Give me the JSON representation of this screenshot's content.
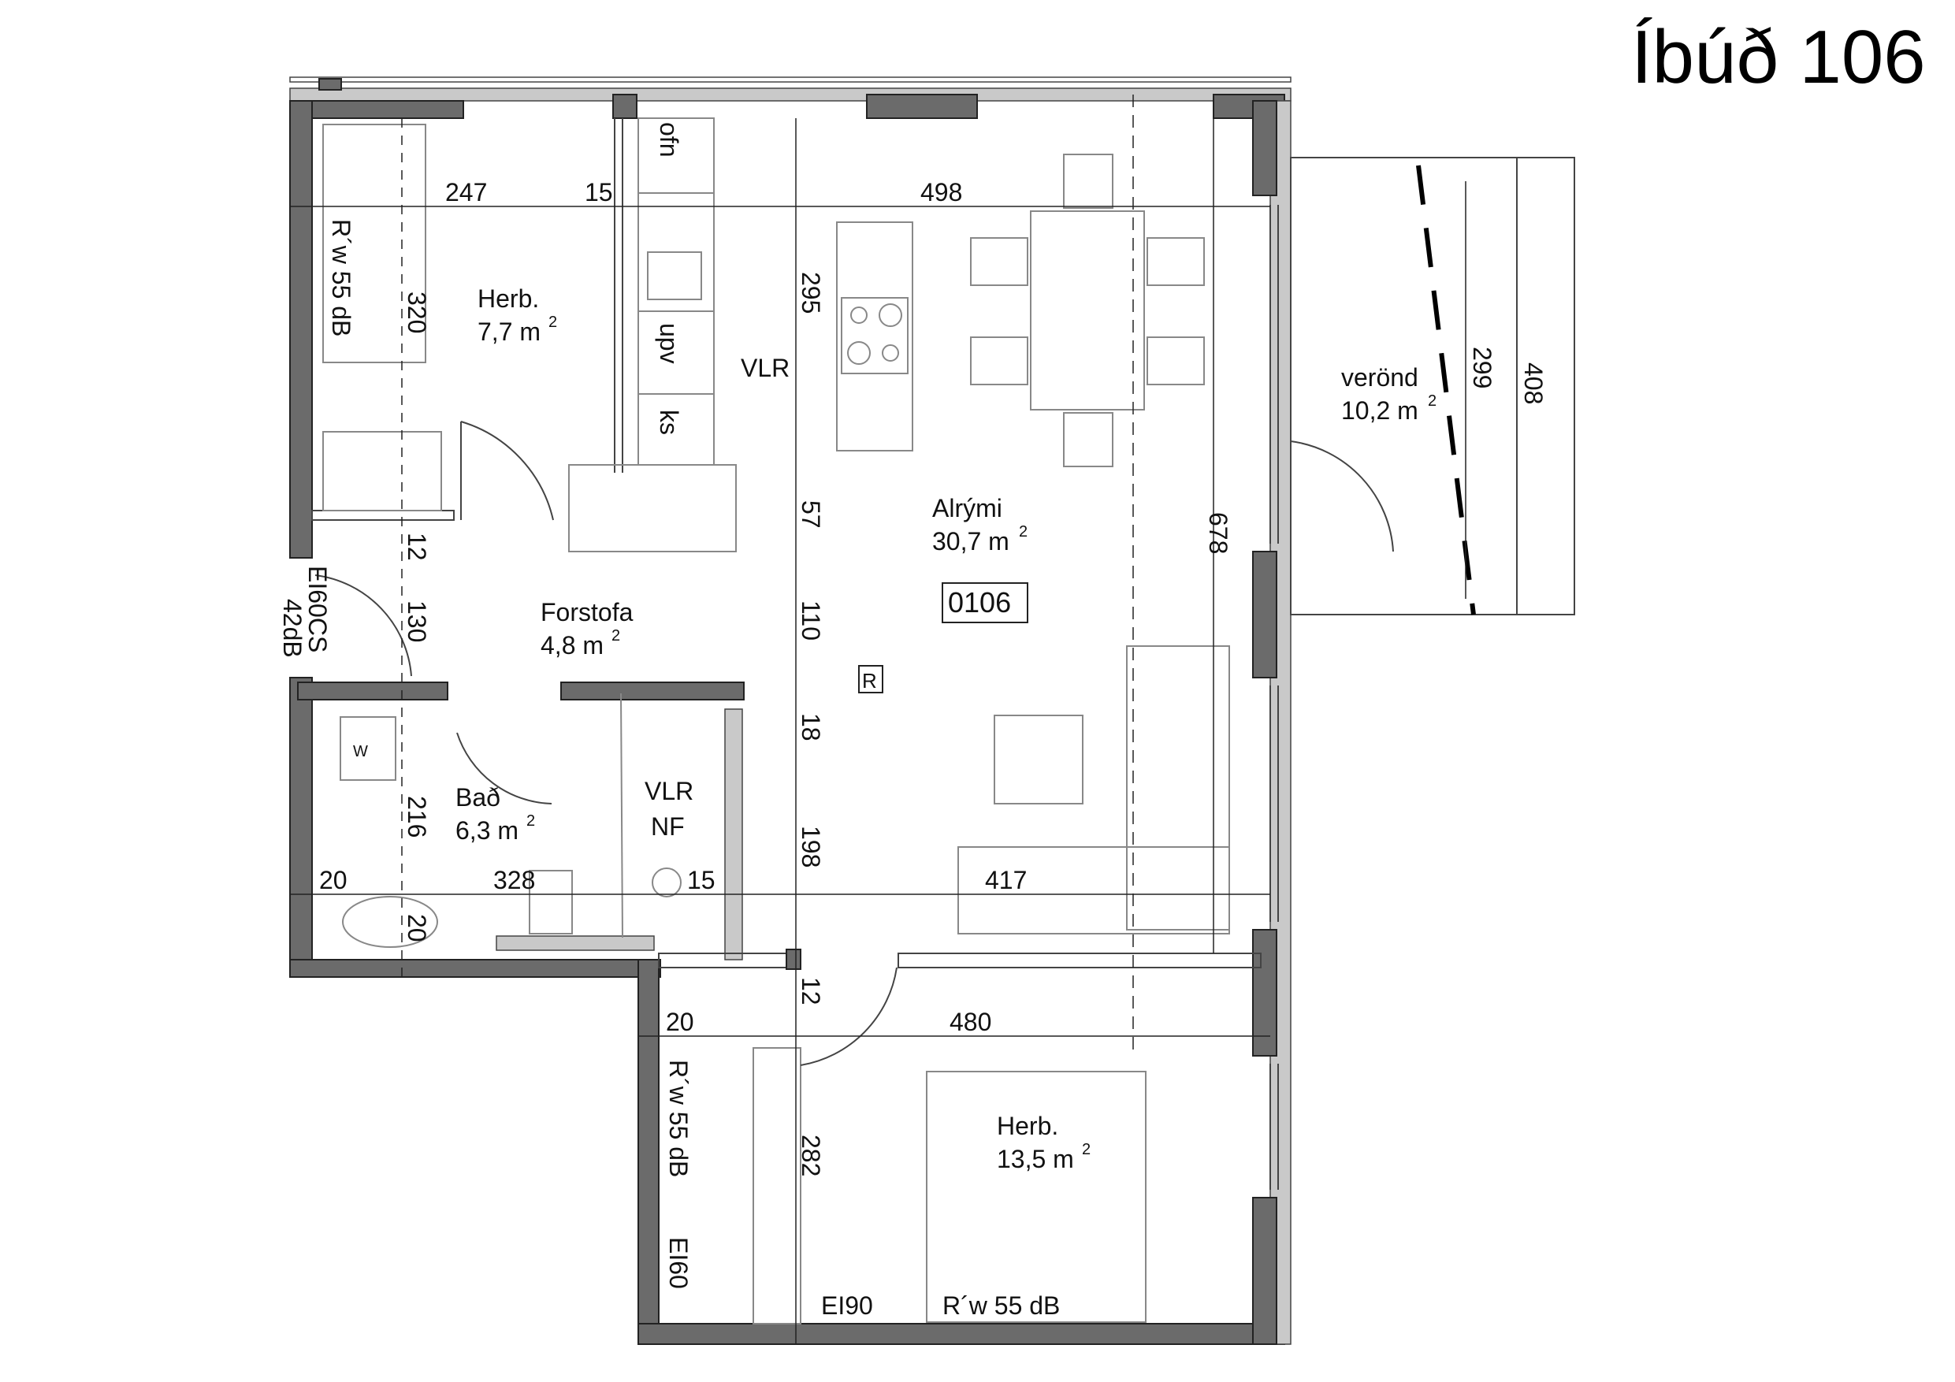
{
  "title": "Íbúð 106",
  "apartment_code": "0106",
  "rooms": {
    "bedroom_small": {
      "name": "Herb.",
      "area": "7,7 m",
      "sup": "2"
    },
    "living": {
      "name": "Alrými",
      "area": "30,7 m",
      "sup": "2"
    },
    "hallway": {
      "name": "Forstofa",
      "area": "4,8 m",
      "sup": "2"
    },
    "bath": {
      "name": "Bað",
      "area": "6,3 m",
      "sup": "2"
    },
    "bedroom_large": {
      "name": "Herb.",
      "area": "13,5 m",
      "sup": "2"
    },
    "veranda": {
      "name": "verönd",
      "area": "10,2 m",
      "sup": "2"
    }
  },
  "labels": {
    "vlr_kitchen": "VLR",
    "vlr_closet": "VLR",
    "nf": "NF",
    "r_marker": "R",
    "washer": "W",
    "oven": "ofn",
    "dishwasher": "upv",
    "fridge": "ks",
    "sound_left": "R´w 55 dB",
    "sound_middle": "R´w 55 dB",
    "sound_bottom": "R´w 55 dB",
    "fire_door": "EI60CS",
    "fire_door_sub": "42dB",
    "ei60": "EI60",
    "ei90": "EI90"
  },
  "dimensions": {
    "d247": "247",
    "d15a": "15",
    "d498": "498",
    "d320": "320",
    "d295": "295",
    "d57": "57",
    "d12a": "12",
    "d130": "130",
    "d110": "110",
    "d18": "18",
    "d216": "216",
    "d198": "198",
    "d20a": "20",
    "d328": "328",
    "d15b": "15",
    "d417": "417",
    "d20b": "20",
    "d678": "678",
    "d12b": "12",
    "d20c": "20",
    "d480": "480",
    "d282": "282",
    "d299": "299",
    "d408": "408"
  }
}
